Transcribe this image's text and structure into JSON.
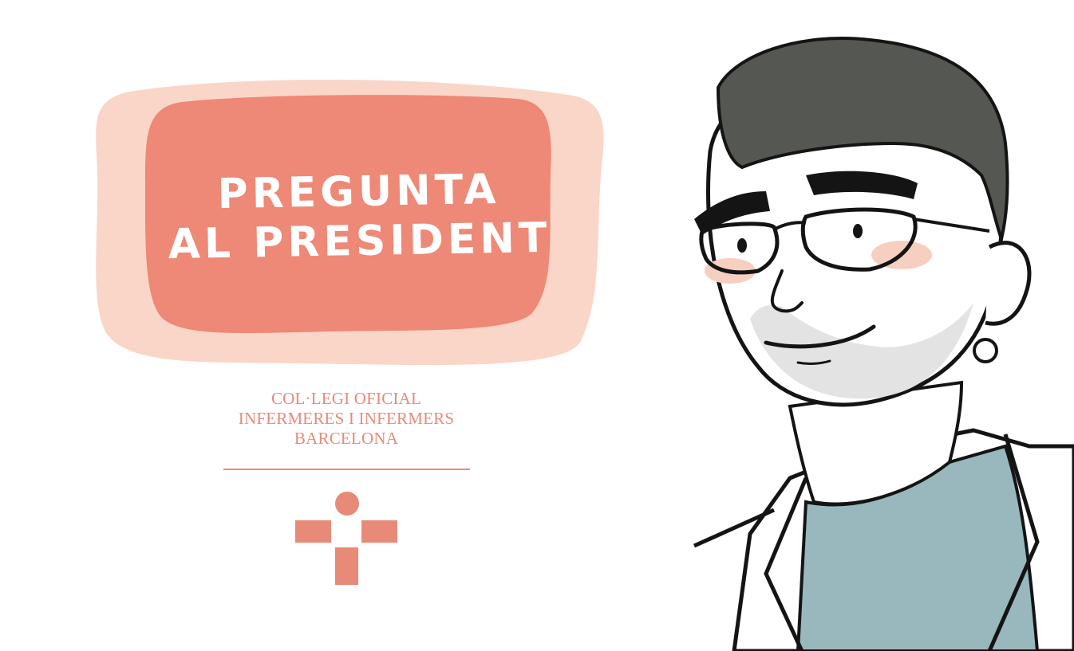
{
  "headline": {
    "line1": "PREGUNTA",
    "line2": "AL PRESIDENT"
  },
  "organization": {
    "line1": "COL·LEGI OFICIAL",
    "line2": "INFERMERES I INFERMERS",
    "line3": "BARCELONA"
  },
  "colors": {
    "accent": "#e88a78",
    "badge_inner": "#ee8877",
    "badge_outer": "#fad6c8",
    "hair": "#555752",
    "shirt": "#98b8bd",
    "stubble": "#e3e3e3",
    "blush": "#f7cfc1",
    "ink": "#141414"
  },
  "icons": {
    "logo": "nurses-college-logo-icon",
    "illustration": "president-portrait-illustration"
  }
}
